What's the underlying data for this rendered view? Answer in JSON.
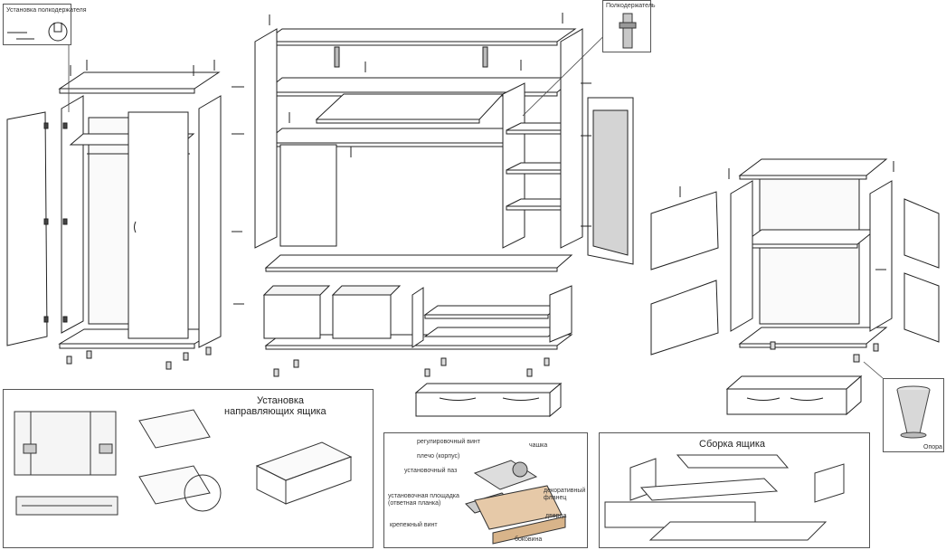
{
  "callouts": {
    "shelf_holder_install": "Установка полкодержателя",
    "shelf_holder": "Полкодержатель",
    "support": "Опора"
  },
  "panels": {
    "drawer_guides_title_line1": "Установка",
    "drawer_guides_title_line2": "направляющих ящика",
    "drawer_assembly_title": "Сборка ящика"
  },
  "hinge_labels": [
    "регулировочный винт",
    "плечо (корпус)",
    "установочный паз",
    "установочная площадка",
    "(ответная планка)",
    "крепежный винт",
    "чашка",
    "декоративный",
    "фланец",
    "дверца",
    "боковина"
  ],
  "colors": {
    "line": "#222222",
    "fill": "#ffffff",
    "shade": "#e8e8e8",
    "mirror": "#cfcfcf"
  }
}
